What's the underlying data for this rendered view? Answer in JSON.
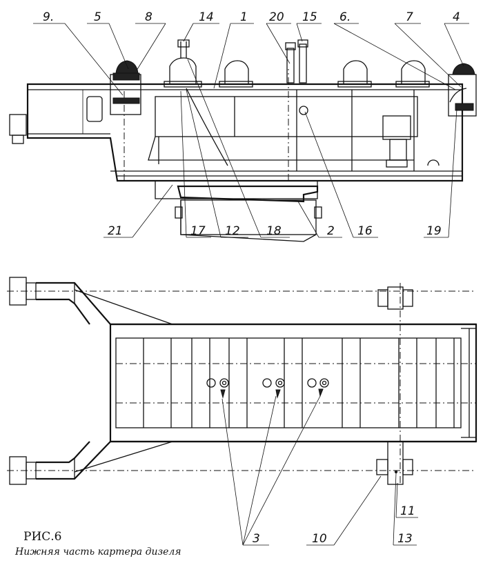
{
  "figure": {
    "caption": "РИС.6",
    "subtitle": "Нижняя часть картера дизеля"
  },
  "callouts": {
    "c9": "9.",
    "c5": "5",
    "c8": "8",
    "c14": "14",
    "c1": "1",
    "c20": "20",
    "c15": "15",
    "c6": "6.",
    "c7": "7",
    "c4": "4",
    "c21": "21",
    "c17": "17",
    "c12": "12",
    "c18": "18",
    "c2": "2",
    "c16": "16",
    "c19": "19",
    "c3": "3",
    "c10": "10",
    "c11": "11",
    "c13": "13"
  }
}
